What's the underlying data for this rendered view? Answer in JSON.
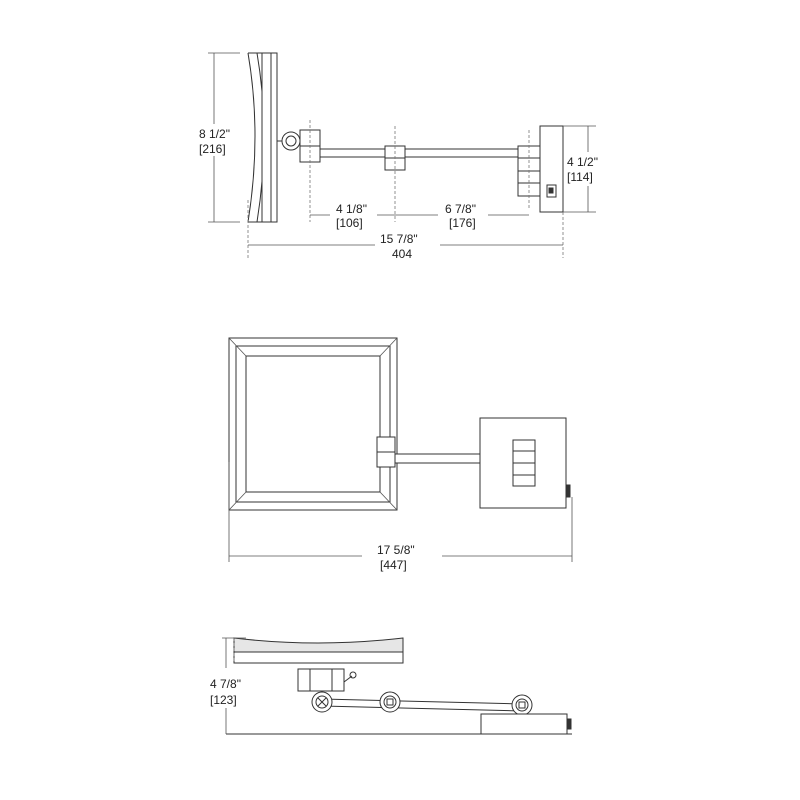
{
  "side_view": {
    "height_in": "8 1/2\"",
    "height_mm": "[216]",
    "plate_height_in": "4 1/2\"",
    "plate_height_mm": "[114]",
    "arm1_in": "4 1/8\"",
    "arm1_mm": "[106]",
    "arm2_in": "6 7/8\"",
    "arm2_mm": "[176]",
    "total_in": "15 7/8\"",
    "total_mm": "404"
  },
  "front_view": {
    "width_in": "17 5/8\"",
    "width_mm": "[447]"
  },
  "top_view": {
    "depth_in": "4 7/8\"",
    "depth_mm": "[123]"
  }
}
